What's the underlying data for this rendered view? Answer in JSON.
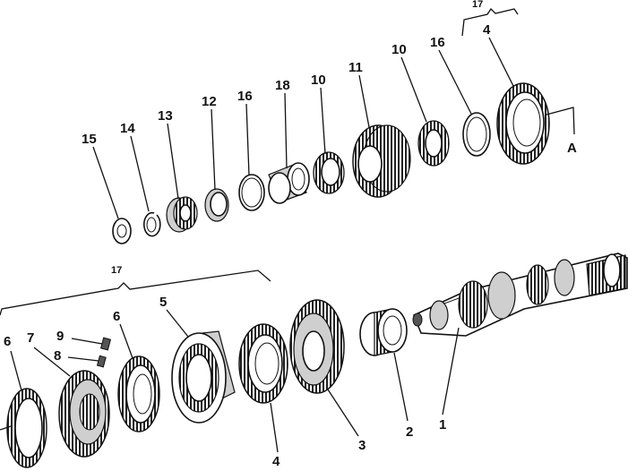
{
  "labels": {
    "l15": "15",
    "l14": "14",
    "l13": "13",
    "l12": "12",
    "l16a": "16",
    "l18": "18",
    "l10a": "10",
    "l11": "11",
    "l10b": "10",
    "l16b": "16",
    "l4a": "4",
    "l17a": "17",
    "lA": "A",
    "l17b": "17",
    "l6a": "6",
    "l7": "7",
    "l9": "9",
    "l8": "8",
    "l6b": "6",
    "l5": "5",
    "l4b": "4",
    "l3": "3",
    "l2": "2",
    "l1": "1"
  }
}
